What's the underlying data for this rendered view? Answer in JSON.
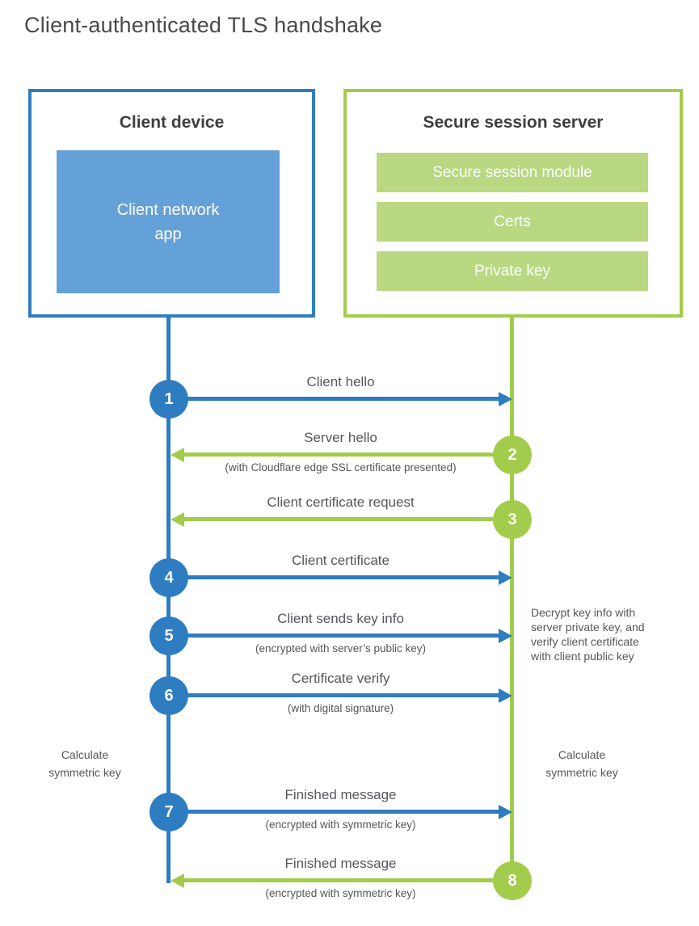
{
  "title": "Client-authenticated TLS handshake",
  "colors": {
    "blue": "#2e7dc0",
    "blue_fill": "#64a1d8",
    "green": "#a2cc4b",
    "green_fill": "#b9d881",
    "header_text": "#3f3f3f",
    "title_text": "#4a4a4a",
    "label_text": "#54565a"
  },
  "client_box": {
    "title": "Client device",
    "app_label": "Client network\napp"
  },
  "server_box": {
    "title": "Secure session server",
    "modules": [
      "Secure session module",
      "Certs",
      "Private key"
    ]
  },
  "messages": [
    {
      "number": "1",
      "label": "Client hello",
      "sublabel": "",
      "direction": "right",
      "from": "client"
    },
    {
      "number": "2",
      "label": "Server hello",
      "sublabel": "(with Cloudflare edge SSL certificate presented)",
      "direction": "left",
      "from": "server"
    },
    {
      "number": "3",
      "label": "Client certificate request",
      "sublabel": "",
      "direction": "left",
      "from": "server"
    },
    {
      "number": "4",
      "label": "Client certificate",
      "sublabel": "",
      "direction": "right",
      "from": "client"
    },
    {
      "number": "5",
      "label": "Client sends key info",
      "sublabel": "(encrypted with server’s public key)",
      "direction": "right",
      "from": "client"
    },
    {
      "number": "6",
      "label": "Certificate verify",
      "sublabel": "(with digital signature)",
      "direction": "right",
      "from": "client"
    },
    {
      "number": "7",
      "label": "Finished message",
      "sublabel": "(encrypted with symmetric key)",
      "direction": "right",
      "from": "client"
    },
    {
      "number": "8",
      "label": "Finished message",
      "sublabel": "(encrypted with symmetric key)",
      "direction": "left",
      "from": "server"
    }
  ],
  "annotations": {
    "decrypt_note": "Decrypt key info with\nserver private key, and\nverify client certificate\nwith client public key",
    "calculate_left": "Calculate\nsymmetric key",
    "calculate_right": "Calculate\nsymmetric key"
  }
}
